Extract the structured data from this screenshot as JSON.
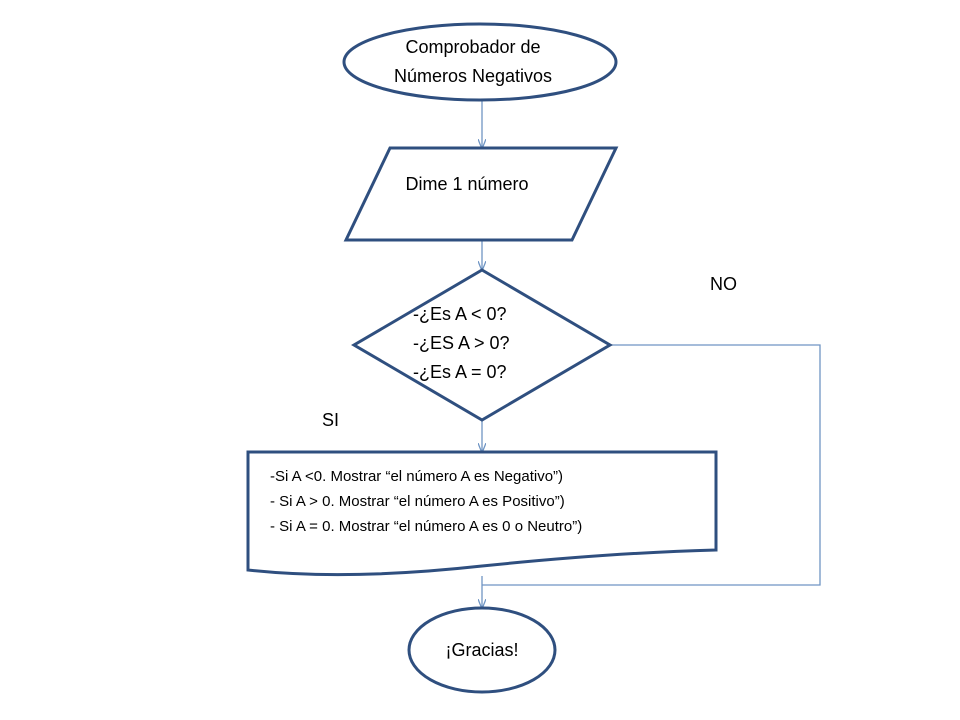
{
  "diagram": {
    "colors": {
      "shape_stroke": "#2f4f7f",
      "connector": "#6f95c4",
      "text": "#000000",
      "background": "#ffffff"
    },
    "start": {
      "line1": "Comprobador de",
      "line2": "Números Negativos"
    },
    "input": {
      "text": "Dime 1 número"
    },
    "decision": {
      "line1": "-¿Es A < 0?",
      "line2": "-¿ES A > 0?",
      "line3": "-¿Es A = 0?"
    },
    "branch_no": "NO",
    "branch_si": "SI",
    "output": {
      "line1": "-Si A <0. Mostrar  “el número A es Negativo”)",
      "line2": "- Si A > 0. Mostrar  “el número A es Positivo”)",
      "line3": "- Si A = 0. Mostrar  “el número A es 0 o Neutro”)"
    },
    "end": {
      "text": "¡Gracias!"
    }
  }
}
